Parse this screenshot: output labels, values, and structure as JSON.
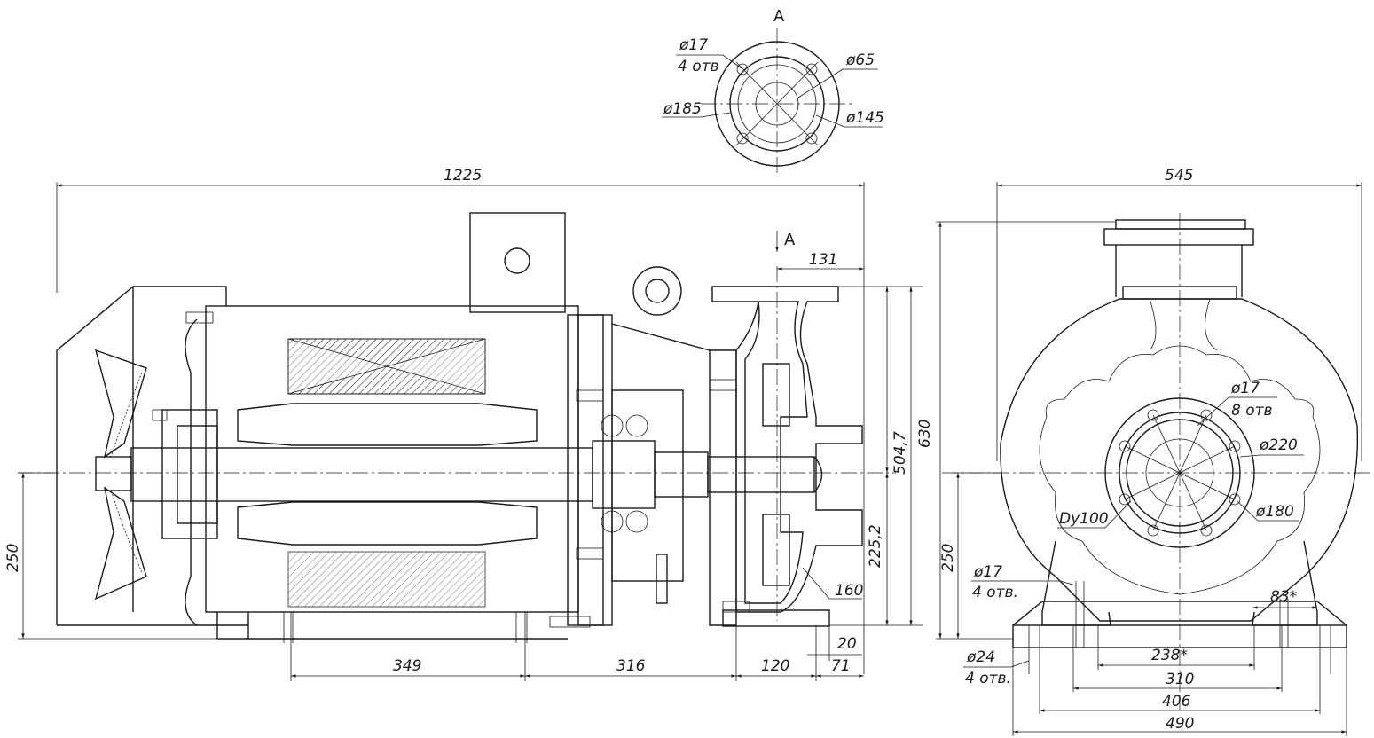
{
  "view_label": "A",
  "section_marker": "A",
  "flange": {
    "hole_dia": "ø17",
    "hole_count": "4 отв",
    "bore": "ø65",
    "outer": "ø185",
    "bolt_circle": "ø145"
  },
  "side_view": {
    "overall_length": "1225",
    "height_total": "630",
    "height_axis": "504,7",
    "axis_height": "250",
    "flange_offset": "131",
    "center_height": "225,2",
    "foot_height": "160",
    "base_thk": "20",
    "span_349": "349",
    "span_316": "316",
    "span_120": "120",
    "span_71": "71"
  },
  "front_view": {
    "overall_width": "545",
    "axis_height": "250",
    "hole_dia": "ø17",
    "hole_count": "8 отв",
    "outer": "ø220",
    "bolt_circle": "ø180",
    "nominal": "Dy100",
    "foot_hole": "ø17",
    "foot_hole_count": "4 отв.",
    "anchor_dia": "ø24",
    "anchor_count": "4 отв.",
    "span_83": "83*",
    "span_238": "238*",
    "span_310": "310",
    "span_406": "406",
    "span_490": "490"
  }
}
